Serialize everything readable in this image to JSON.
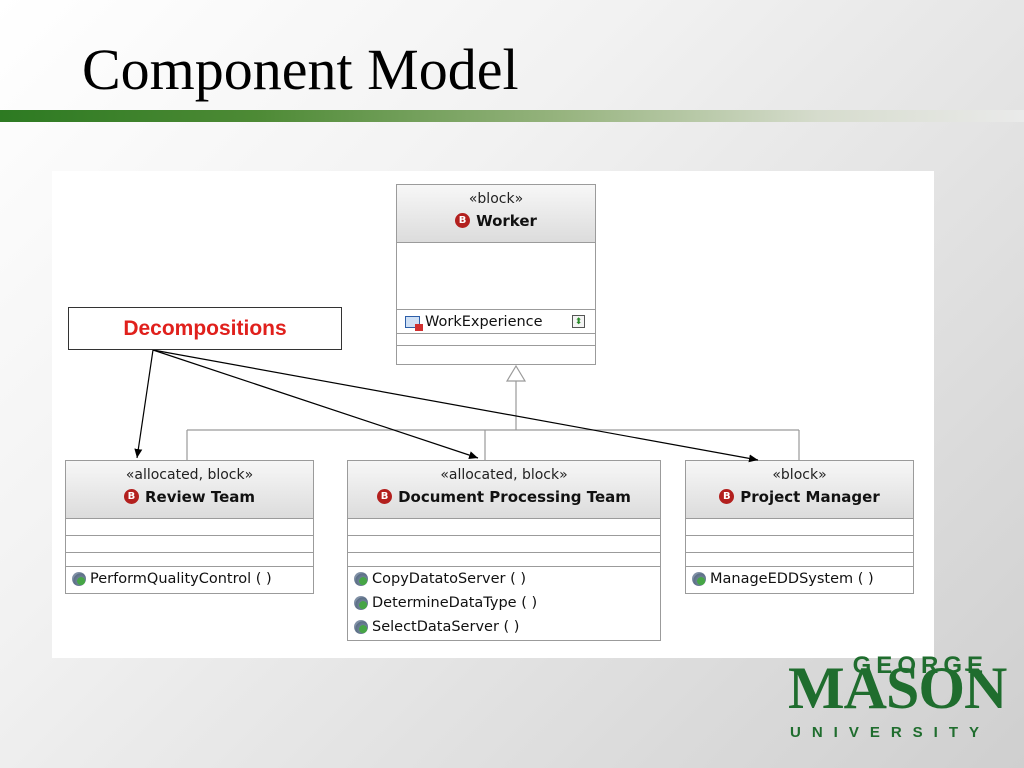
{
  "slide": {
    "title": "Component Model"
  },
  "callout": {
    "label": "Decompositions"
  },
  "blocks": {
    "worker": {
      "stereotype": "«block»",
      "name": "Worker",
      "attribute": "WorkExperience"
    },
    "review_team": {
      "stereotype": "«allocated, block»",
      "name": "Review Team",
      "operations": [
        "PerformQualityControl ( )"
      ]
    },
    "doc_team": {
      "stereotype": "«allocated, block»",
      "name": "Document Processing Team",
      "operations": [
        "CopyDatatoServer ( )",
        "DetermineDataType ( )",
        "SelectDataServer ( )"
      ]
    },
    "project_manager": {
      "stereotype": "«block»",
      "name": "Project Manager",
      "operations": [
        "ManageEDDSystem ( )"
      ]
    }
  },
  "block_icon_letter": "B",
  "colors": {
    "accent_green": "#2d7a22",
    "callout_red": "#e0201c",
    "block_icon": "#b3201e"
  },
  "logo": {
    "line1": "GEORGE",
    "line2": "MASON",
    "line3": "UNIVERSITY"
  }
}
